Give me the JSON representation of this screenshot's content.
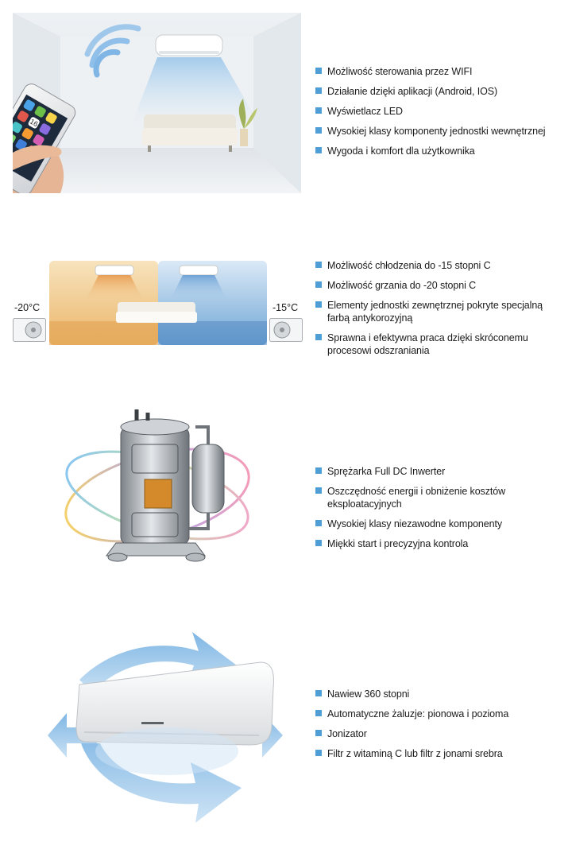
{
  "sections": [
    {
      "id": "wifi",
      "features": [
        "Możliwość sterowania przez WIFI",
        "Działanie dzięki aplikacji (Android, IOS)",
        "Wyświetlacz LED",
        "Wysokiej klasy komponenty jednostki wewnętrznej",
        "Wygoda i komfort dla użytkownika"
      ],
      "phone_date": "16"
    },
    {
      "id": "temperature",
      "features": [
        "Możliwość chłodzenia do -15 stopni C",
        "Możliwość grzania do -20 stopni C",
        "Elementy jednostki zewnętrznej pokryte specjalną farbą antykorozyjną",
        "Sprawna i efektywna praca dzięki skróconemu procesowi odszraniania"
      ],
      "left_temp": "-20°C",
      "right_temp": "-15°C"
    },
    {
      "id": "compressor",
      "features": [
        "Sprężarka Full DC Inwerter",
        "Oszczędność energii i obniżenie kosztów eksploatacyjnych",
        "Wysokiej klasy niezawodne komponenty",
        "Miękki start i precyzyjna kontrola"
      ]
    },
    {
      "id": "airflow",
      "features": [
        "Nawiew 360 stopni",
        "Automatyczne żaluzje: pionowa i pozioma",
        "Jonizator",
        "Filtr z witaminą C lub filtr z jonami srebra"
      ]
    }
  ],
  "colors": {
    "bullet": "#4f9fd6",
    "warm_room": "#f0c98a",
    "cool_room": "#a9cbe8",
    "air": "#9fcbea"
  }
}
